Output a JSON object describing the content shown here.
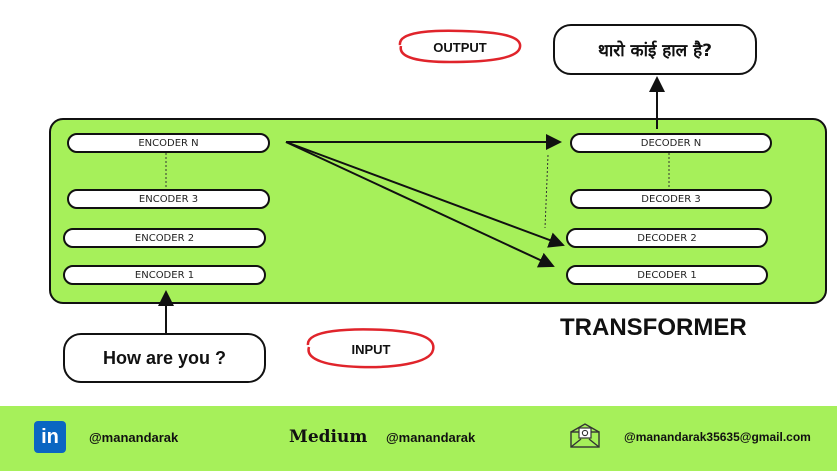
{
  "output_tag": "OUTPUT",
  "input_tag": "INPUT",
  "output_text": "थारो कांई हाल है?",
  "input_text": "How are you ?",
  "model_label": "TRANSFORMER",
  "encoders": [
    "ENCODER N",
    "ENCODER 3",
    "ENCODER 2",
    "ENCODER 1"
  ],
  "decoders": [
    "DECODER N",
    "DECODER 3",
    "DECODER 2",
    "DECODER 1"
  ],
  "footer": {
    "linkedin_logo": "in",
    "linkedin_handle": "@manandarak",
    "medium_logo": "Medium",
    "medium_handle": "@manandarak",
    "email": "@manandarak35635@gmail.com"
  },
  "colors": {
    "accent_green": "#a6f05a",
    "highlight_red": "#e0242b",
    "stroke": "#111111",
    "linkedin_blue": "#0a66c2"
  },
  "icons": [
    "linkedin-icon",
    "mail-icon"
  ]
}
